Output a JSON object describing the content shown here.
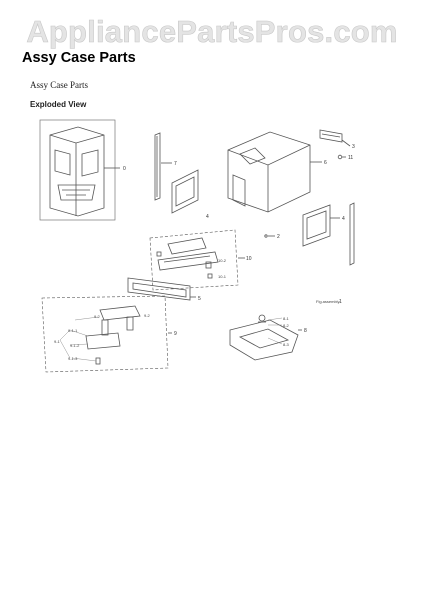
{
  "watermark": "AppliancePartsPros.com",
  "page_title": "Assy Case Parts",
  "subtitle": "Assy Case Parts",
  "section_label": "Exploded View",
  "callouts": {
    "c0": "0",
    "c7": "7",
    "c6": "6",
    "c3": "3",
    "c11": "11",
    "c4a": "4",
    "c4b": "4",
    "c2": "2",
    "c10": "10",
    "c10_2": "10-2",
    "c10_1": "10-1",
    "c5": "5",
    "c9_2": "9-2",
    "c9_2b": "9-2",
    "c9": "9",
    "c9_1": "9-1",
    "c9_1_1": "9-1-1",
    "c9_1_2": "9-1-2",
    "c9_1_3": "9-1-3",
    "c8": "8",
    "c8_1": "8-1",
    "c8_2": "8-2",
    "c8_3": "8-3",
    "c1": "1",
    "figure_code": "Fig.assembly"
  }
}
